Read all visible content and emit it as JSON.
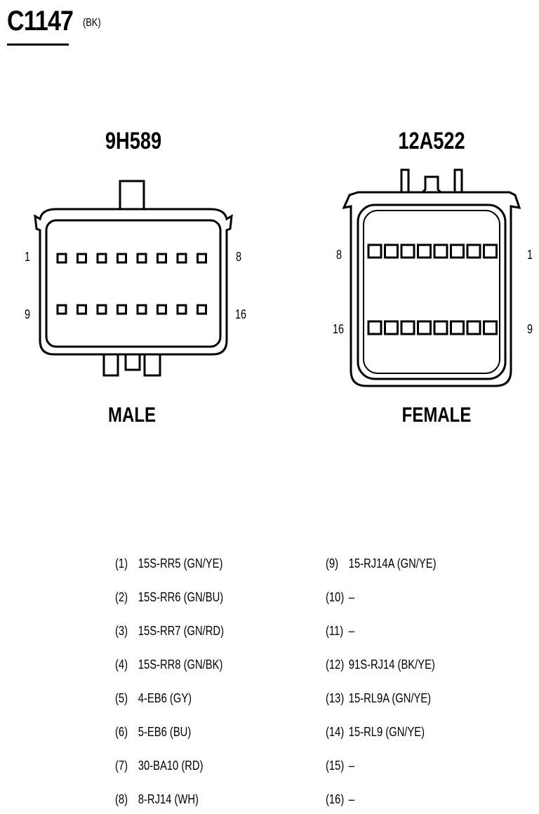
{
  "header": {
    "title": "C1147",
    "color_code": "(BK)"
  },
  "connectors": [
    {
      "id": "male",
      "part_number": "9H589",
      "gender": "MALE",
      "labels": {
        "top_left": "1",
        "top_right": "8",
        "bottom_left": "9",
        "bottom_right": "16"
      }
    },
    {
      "id": "female",
      "part_number": "12A522",
      "gender": "FEMALE",
      "labels": {
        "top_left": "8",
        "top_right": "1",
        "bottom_left": "16",
        "bottom_right": "9"
      }
    }
  ],
  "pinout": {
    "left": [
      {
        "num": "(1)",
        "circuit": "15S-RR5 (GN/YE)"
      },
      {
        "num": "(2)",
        "circuit": "15S-RR6 (GN/BU)"
      },
      {
        "num": "(3)",
        "circuit": "15S-RR7 (GN/RD)"
      },
      {
        "num": "(4)",
        "circuit": "15S-RR8 (GN/BK)"
      },
      {
        "num": "(5)",
        "circuit": "4-EB6 (GY)"
      },
      {
        "num": "(6)",
        "circuit": "5-EB6 (BU)"
      },
      {
        "num": "(7)",
        "circuit": "30-BA10 (RD)"
      },
      {
        "num": "(8)",
        "circuit": "8-RJ14 (WH)"
      }
    ],
    "right": [
      {
        "num": "(9)",
        "circuit": "15-RJ14A (GN/YE)"
      },
      {
        "num": "(10)",
        "circuit": "–"
      },
      {
        "num": "(11)",
        "circuit": "–"
      },
      {
        "num": "(12)",
        "circuit": "91S-RJ14 (BK/YE)"
      },
      {
        "num": "(13)",
        "circuit": "15-RL9A (GN/YE)"
      },
      {
        "num": "(14)",
        "circuit": "15-RL9 (GN/YE)"
      },
      {
        "num": "(15)",
        "circuit": "–"
      },
      {
        "num": "(16)",
        "circuit": "–"
      }
    ]
  }
}
